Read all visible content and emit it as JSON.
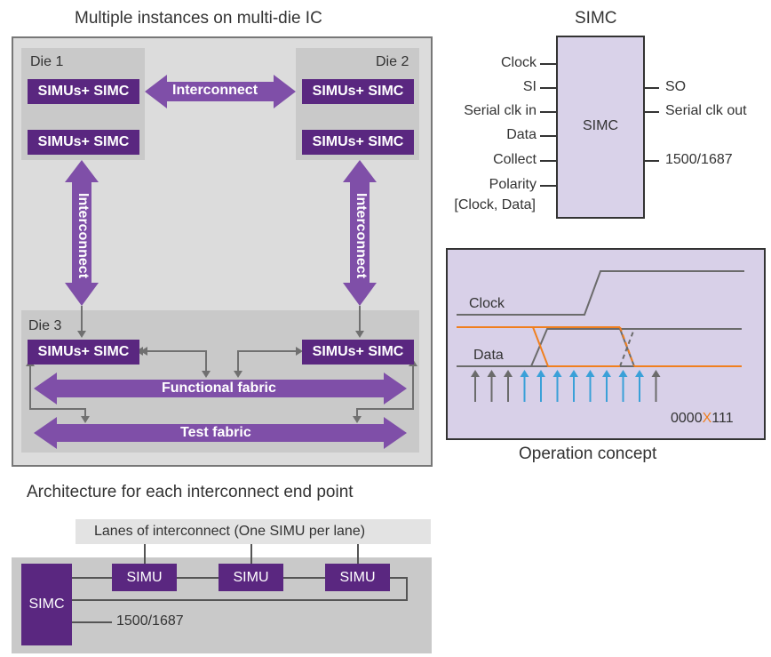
{
  "titles": {
    "multi_die": "Multiple instances on multi-die IC",
    "simc": "SIMC",
    "operation": "Operation concept",
    "architecture": "Architecture for each interconnect end point"
  },
  "dies": {
    "die1": "Die 1",
    "die2": "Die 2",
    "die3": "Die 3"
  },
  "chip_label": "SIMUs+ SIMC",
  "interconnect": "Interconnect",
  "functional_fabric": "Functional fabric",
  "test_fabric": "Test fabric",
  "simc_block": {
    "center": "SIMC",
    "inputs": [
      "Clock",
      "SI",
      "Serial clk in",
      "Data",
      "Collect",
      "Polarity",
      "[Clock, Data]"
    ],
    "outputs": [
      "SO",
      "Serial clk out",
      "1500/1687"
    ]
  },
  "operation_concept": {
    "clock_label": "Clock",
    "data_label": "Data",
    "pattern_prefix": "0000",
    "pattern_x": "X",
    "pattern_suffix": "111",
    "arrow_colors": [
      "gray",
      "gray",
      "gray",
      "blue",
      "blue",
      "blue",
      "blue",
      "blue",
      "blue",
      "blue",
      "blue",
      "gray"
    ]
  },
  "architecture": {
    "lanes_label": "Lanes of interconnect (One SIMU per lane)",
    "simc": "SIMC",
    "simu": "SIMU",
    "port": "1500/1687"
  },
  "colors": {
    "purple_dark": "#5a2780",
    "purple_arrow": "#7f4fa8",
    "orange": "#f07f1e",
    "blue": "#3aa0d8",
    "panel_gray": "#dcdcdc",
    "die_gray": "#c9c9c9",
    "simc_fill": "#d9d2e9",
    "op_fill": "#d8d0e8"
  }
}
